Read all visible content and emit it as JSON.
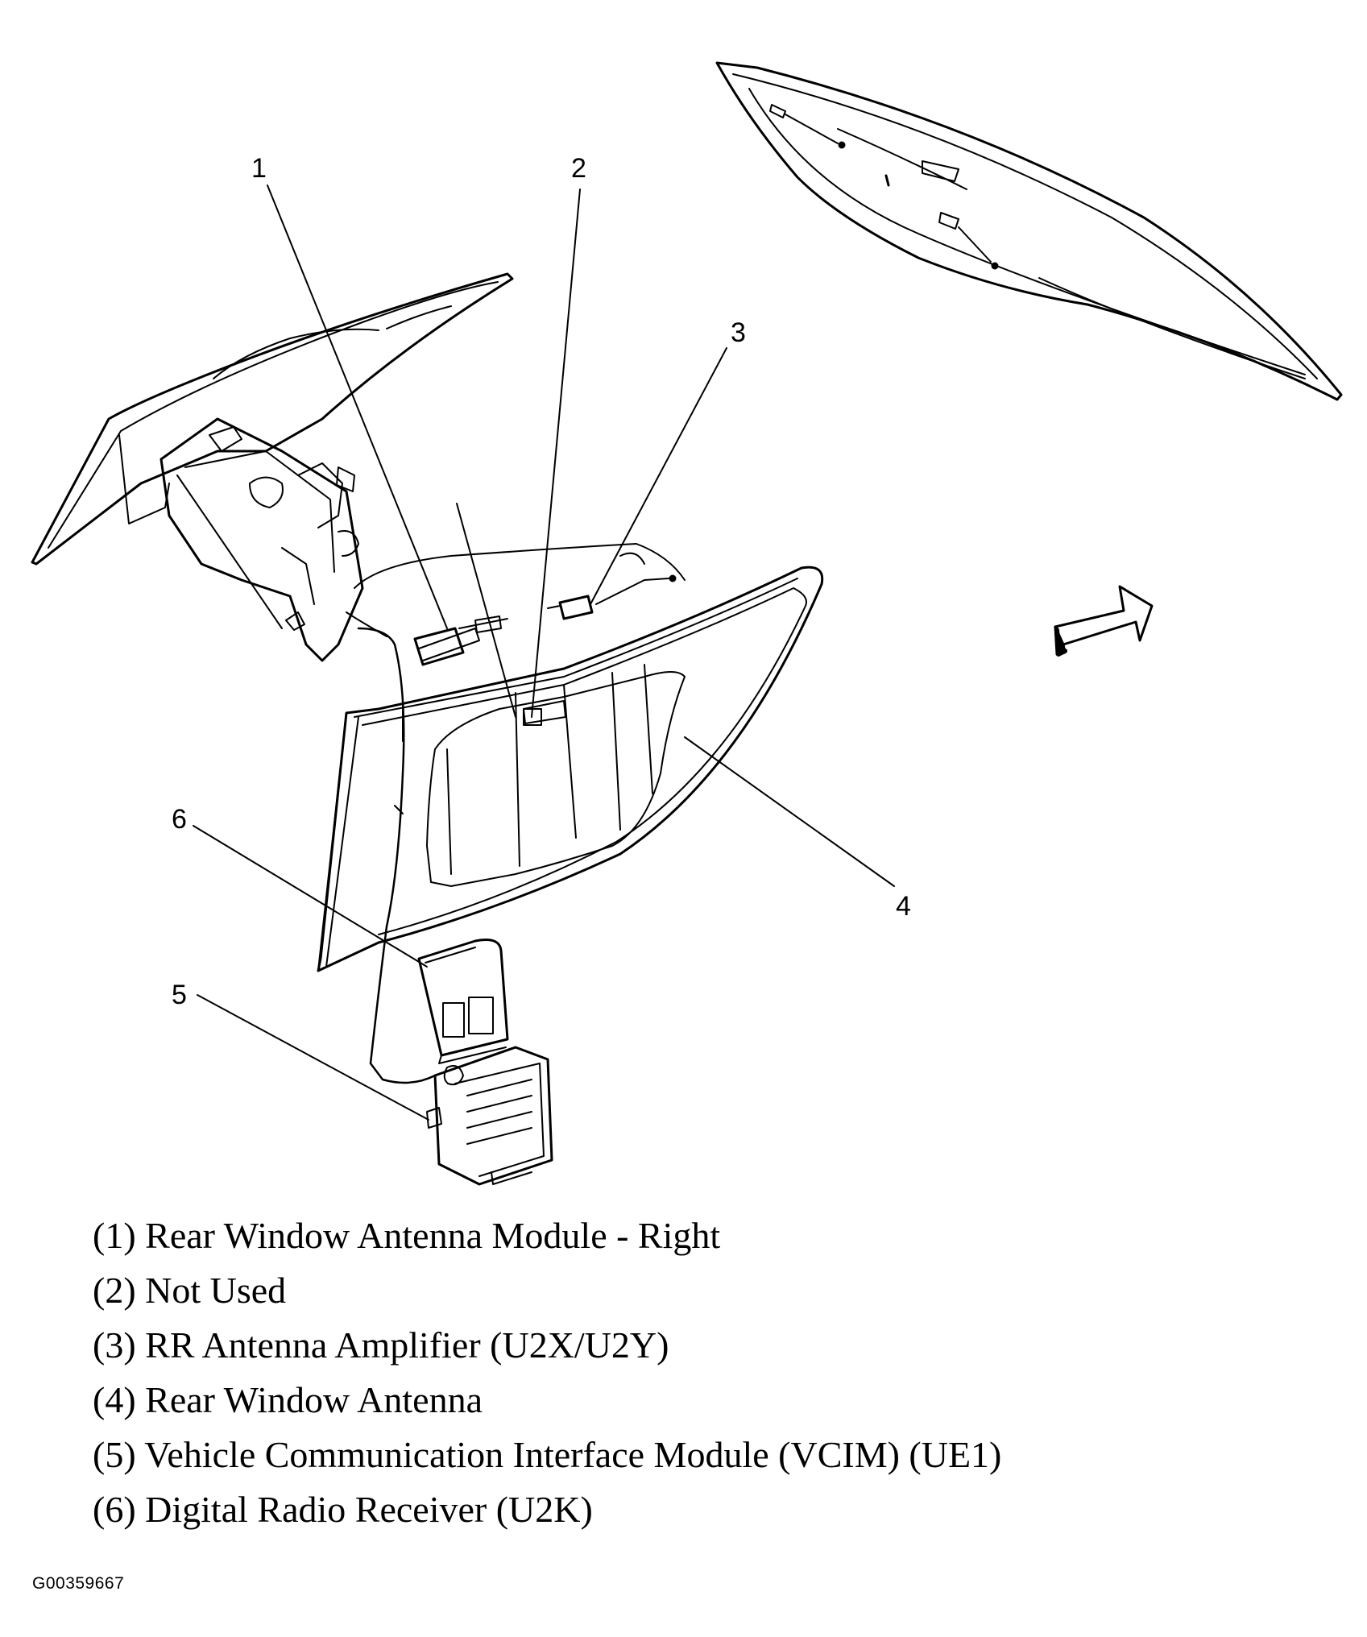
{
  "callouts": [
    "1",
    "2",
    "3",
    "4",
    "5",
    "6"
  ],
  "legend": [
    "(1) Rear Window Antenna Module - Right",
    "(2) Not Used",
    "(3) RR Antenna Amplifier (U2X/U2Y)",
    "(4) Rear Window Antenna",
    "(5) Vehicle Communication Interface Module (VCIM) (UE1)",
    "(6) Digital Radio Receiver (U2K)"
  ],
  "figure_id": "G00359667",
  "colors": {
    "ink": "#000000",
    "background": "#ffffff"
  },
  "icons": [
    "forward-direction-arrow-icon"
  ]
}
